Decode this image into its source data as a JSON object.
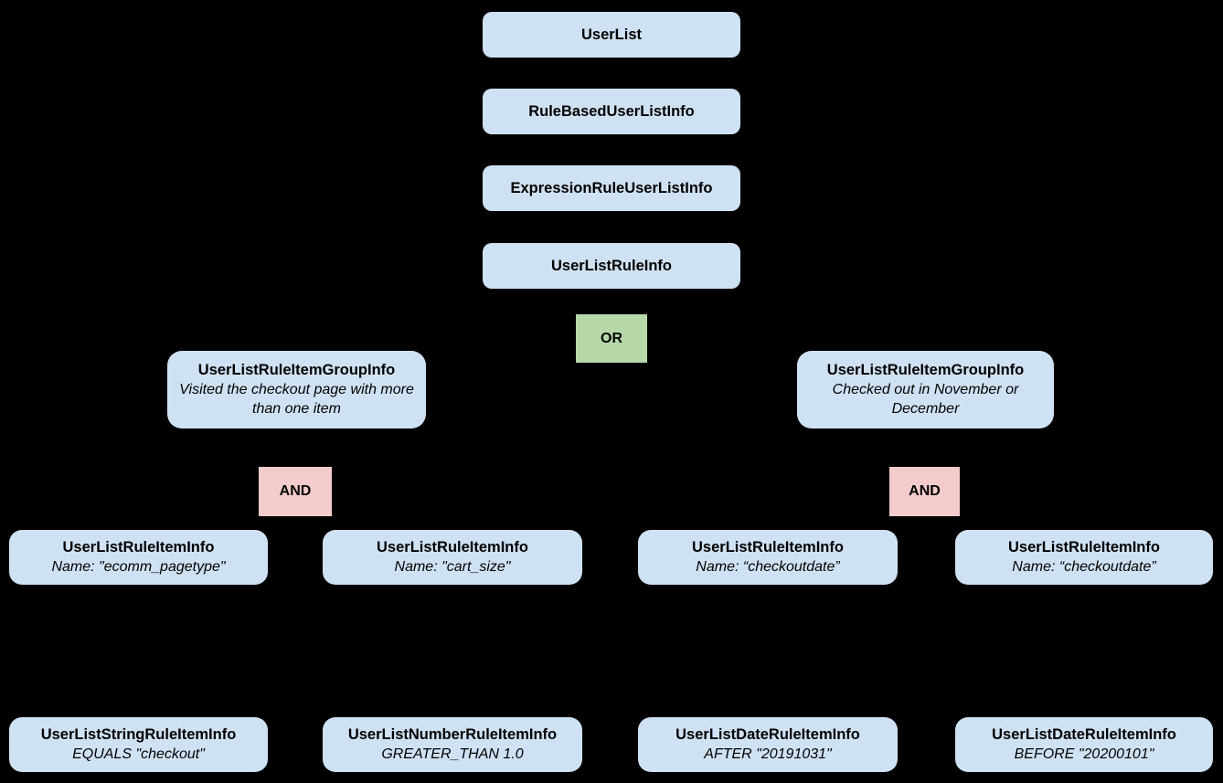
{
  "diagram": {
    "colors": {
      "background": "#000000",
      "node_fill": "#cfe2f3",
      "or_fill": "#b6d7a8",
      "and_fill": "#f4cccc",
      "text": "#000000"
    },
    "chain": [
      {
        "label": "UserList"
      },
      {
        "label": "RuleBasedUserListInfo"
      },
      {
        "label": "ExpressionRuleUserListInfo"
      },
      {
        "label": "UserListRuleInfo"
      }
    ],
    "or_operator": {
      "label": "OR"
    },
    "groups": [
      {
        "label": "UserListRuleItemGroupInfo",
        "description": "Visited the checkout page with more than one item"
      },
      {
        "label": "UserListRuleItemGroupInfo",
        "description": "Checked out in November or December"
      }
    ],
    "and_operators": [
      {
        "label": "AND"
      },
      {
        "label": "AND"
      }
    ],
    "rule_items": [
      {
        "label": "UserListRuleItemInfo",
        "description": "Name: \"ecomm_pagetype\""
      },
      {
        "label": "UserListRuleItemInfo",
        "description": "Name: \"cart_size\""
      },
      {
        "label": "UserListRuleItemInfo",
        "description": "Name: “checkoutdate”"
      },
      {
        "label": "UserListRuleItemInfo",
        "description": "Name: “checkoutdate”"
      }
    ],
    "operand_items": [
      {
        "label": "UserListStringRuleItemInfo",
        "description": "EQUALS \"checkout\""
      },
      {
        "label": "UserListNumberRuleItemInfo",
        "description": "GREATER_THAN 1.0"
      },
      {
        "label": "UserListDateRuleItemInfo",
        "description": "AFTER \"20191031\""
      },
      {
        "label": "UserListDateRuleItemInfo",
        "description": "BEFORE \"20200101\""
      }
    ]
  }
}
